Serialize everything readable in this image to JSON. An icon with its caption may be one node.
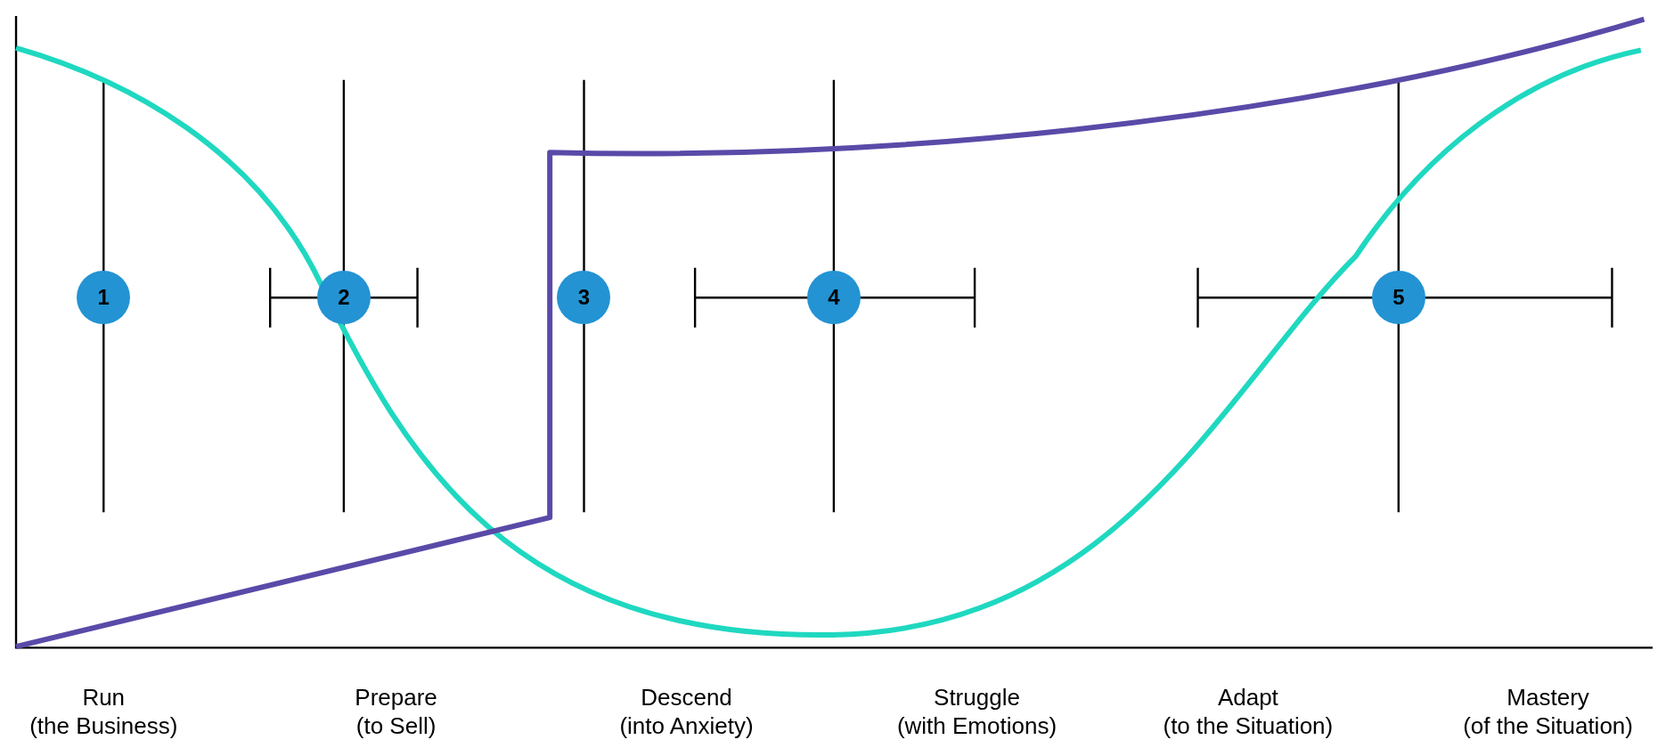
{
  "diagram": {
    "nodes": [
      {
        "text": [
          "1"
        ]
      },
      {
        "text": [
          "2"
        ]
      },
      {
        "text": [
          "3"
        ]
      },
      {
        "text": [
          "4"
        ]
      },
      {
        "text": [
          "5"
        ]
      }
    ],
    "labels": [
      "Run (the Business)",
      "Prepare (to Sell)",
      "Descend (into Anxiety)",
      "Struggle (with Emotions)",
      "Adapt (to the Situation)",
      "Mastery (of the Situation)"
    ]
  }
}
